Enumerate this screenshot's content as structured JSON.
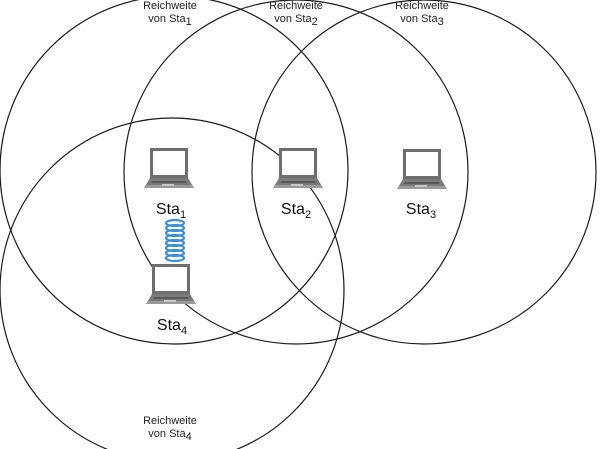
{
  "ranges": [
    {
      "line1": "Reichweite",
      "line2": "von Sta",
      "sub": "1"
    },
    {
      "line1": "Reichweite",
      "line2": "von Sta",
      "sub": "2"
    },
    {
      "line1": "Reichweite",
      "line2": "von Sta",
      "sub": "3"
    },
    {
      "line1": "Reichweite",
      "line2": "von Sta",
      "sub": "4"
    }
  ],
  "stations": [
    {
      "name": "Sta",
      "sub": "1"
    },
    {
      "name": "Sta",
      "sub": "2"
    },
    {
      "name": "Sta",
      "sub": "3"
    },
    {
      "name": "Sta",
      "sub": "4"
    }
  ],
  "colors": {
    "circle": "#1a1a1a",
    "laptop_body": "#6f6f6f",
    "laptop_screen": "#ffffff",
    "link": "#3a8fd8"
  },
  "icons": {
    "station": "laptop-icon",
    "link": "coil-link-icon"
  }
}
